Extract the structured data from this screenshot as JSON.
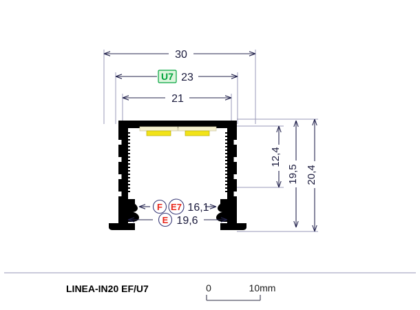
{
  "drawing": {
    "title": "LINEA-IN20 EF/U7",
    "dimensions": {
      "width_outer": "30",
      "width_mid": "23",
      "width_inner": "21",
      "height_inner": "12,4",
      "height_mid": "19,5",
      "height_outer": "20,4",
      "foot_inner": "16,1",
      "foot_outer": "19,6"
    },
    "codes": {
      "u7": "U7",
      "f": "F",
      "e7": "E7",
      "e": "E"
    },
    "scale": {
      "start": "0",
      "end": "10mm"
    },
    "colors": {
      "body": "#000000",
      "led_strip": "#f5f0cf",
      "led_chip": "#f2e318",
      "dimension": "#24244e",
      "code_red": "#e8261a",
      "code_green": "#00a33c",
      "extension": "#9a9ab8",
      "divider": "#b9b9cf"
    }
  }
}
